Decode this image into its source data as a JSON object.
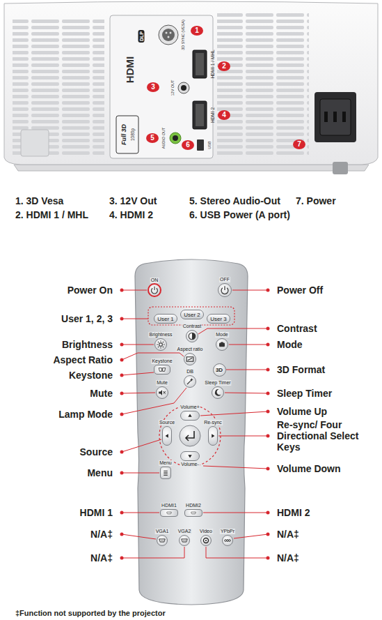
{
  "diagram": {
    "nodes": [
      {
        "text": [
          "1"
        ]
      },
      {
        "text": [
          "2"
        ]
      },
      {
        "text": [
          "3"
        ]
      },
      {
        "text": [
          "4"
        ]
      },
      {
        "text": [
          "5"
        ]
      },
      {
        "text": [
          "6"
        ]
      },
      {
        "text": [
          "7"
        ]
      },
      {
        "text": [
          "ON"
        ]
      },
      {
        "text": [
          "OFF"
        ]
      },
      {
        "text": [
          "User 1"
        ]
      },
      {
        "text": [
          "User 2"
        ]
      },
      {
        "text": [
          "User 3"
        ]
      },
      {
        "text": [
          "Brightness"
        ]
      },
      {
        "text": [
          "Contrast"
        ]
      },
      {
        "text": [
          "Mode"
        ]
      },
      {
        "text": [
          "Aspect ratio"
        ]
      },
      {
        "text": [
          "Keystone"
        ]
      },
      {
        "text": [
          "3D"
        ]
      },
      {
        "text": [
          "Mute"
        ]
      },
      {
        "text": [
          "DB"
        ]
      },
      {
        "text": [
          "Sleep Timer"
        ]
      },
      {
        "text": [
          "Volume+"
        ]
      },
      {
        "text": [
          "Source"
        ]
      },
      {
        "text": [
          "Re-sync"
        ]
      },
      {
        "text": [
          "Volume-"
        ]
      },
      {
        "text": [
          "Menu"
        ]
      },
      {
        "text": [
          "HDMI1"
        ]
      },
      {
        "text": [
          "HDMI2"
        ]
      },
      {
        "text": [
          "VGA1"
        ]
      },
      {
        "text": [
          "VGA2"
        ]
      },
      {
        "text": [
          "Video"
        ]
      },
      {
        "text": [
          "YPbPr"
        ]
      }
    ],
    "labels": [
      "DLP",
      "3D SYNC (VESA)",
      "HDMI 1 / MHL",
      "12V OUT",
      "HDMI",
      "HDMI 2",
      "Full 3D",
      "1080p",
      "AUDIO OUT",
      "USB",
      "1. 3D Vesa",
      "3. 12V Out",
      "5. Stereo Audio-Out",
      "7. Power",
      "2. HDMI 1 / MHL",
      "4. HDMI 2",
      "6. USB Power (A port)",
      "Power On",
      "Power Off",
      "User 1, 2, 3",
      "Contrast",
      "Brightness",
      "Mode",
      "Aspect Ratio",
      "Keystone",
      "3D Format",
      "Mute",
      "Sleep Timer",
      "Lamp Mode",
      "Volume Up",
      "Re-sync/ Four Directional Select Keys",
      "Source",
      "Volume Down",
      "Menu",
      "HDMI 1",
      "HDMI 2",
      "N/A‡",
      "N/A‡",
      "N/A‡",
      "N/A‡",
      "‡Function not supported by the projector"
    ]
  }
}
